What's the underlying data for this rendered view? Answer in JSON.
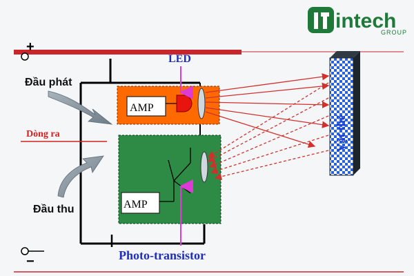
{
  "logo": {
    "brand": "intech",
    "sub": "GROUP",
    "color": "#1f7a3a"
  },
  "labels": {
    "plus": "+",
    "minus": "−",
    "led": "LED",
    "emitter": "Đầu phát",
    "current": "Dòng ra",
    "receiver": "Đầu thu",
    "amp_top": "AMP",
    "amp_bottom": "AMP",
    "object": "Vật thể",
    "phototransistor": "Photo-transistor"
  },
  "colors": {
    "rail_red": "#c8262c",
    "emitter_box": "#ff6a00",
    "receiver_box": "#2e8b45",
    "led_red": "#e8140e",
    "beam": "#d0312d",
    "pointer": "#e03ad6",
    "label_blue": "#1f2fb8",
    "current_red": "#d42020",
    "object_blue": "#1a3fd6"
  }
}
